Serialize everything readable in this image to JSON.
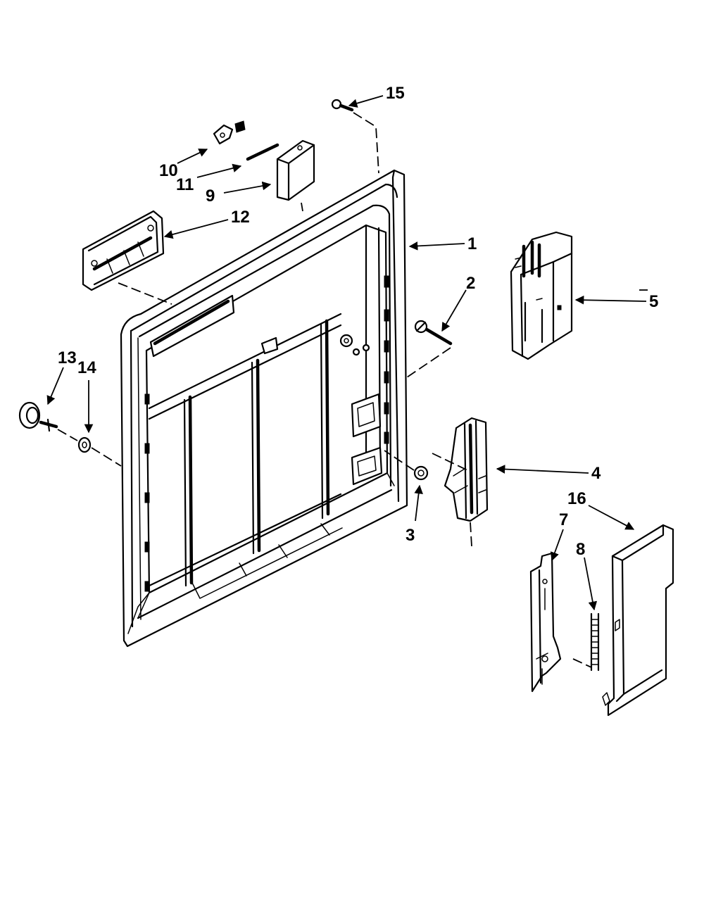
{
  "callouts": {
    "c1": "1",
    "c2": "2",
    "c3": "3",
    "c4": "4",
    "c5": "5",
    "c7": "7",
    "c8": "8",
    "c9": "9",
    "c10": "10",
    "c11": "11",
    "c12": "12",
    "c13": "13",
    "c14": "14",
    "c15": "15",
    "c16": "16"
  }
}
